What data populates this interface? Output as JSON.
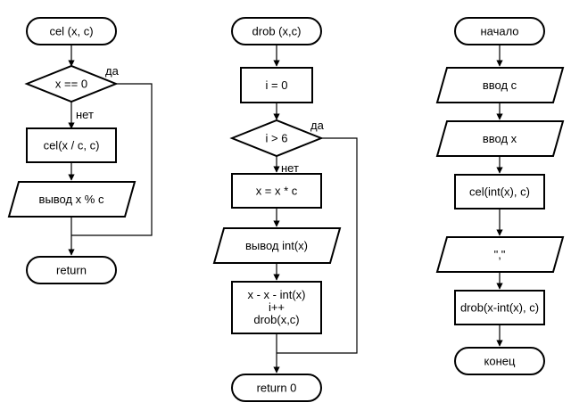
{
  "flowchart_cel": {
    "start": "cel (x, c)",
    "condition": "x == 0",
    "yes_label": "да",
    "no_label": "нет",
    "call": "cel(x / c, c)",
    "output": "вывод x % c",
    "end": "return"
  },
  "flowchart_drob": {
    "start": "drob (x,c)",
    "init": "i = 0",
    "condition": "i > 6",
    "yes_label": "да",
    "no_label": "нет",
    "assign": "x = x * c",
    "output": "вывод int(x)",
    "block_line1": "x - x - int(x)",
    "block_line2": "i++",
    "block_line3": "drob(x,c)",
    "end": "return 0"
  },
  "flowchart_main": {
    "start": "начало",
    "input_c": "ввод c",
    "input_x": "ввод x",
    "call_cel": "cel(int(x), c)",
    "output_comma": "\",\"",
    "call_drob": "drob(x-int(x), c)",
    "end": "конец"
  }
}
